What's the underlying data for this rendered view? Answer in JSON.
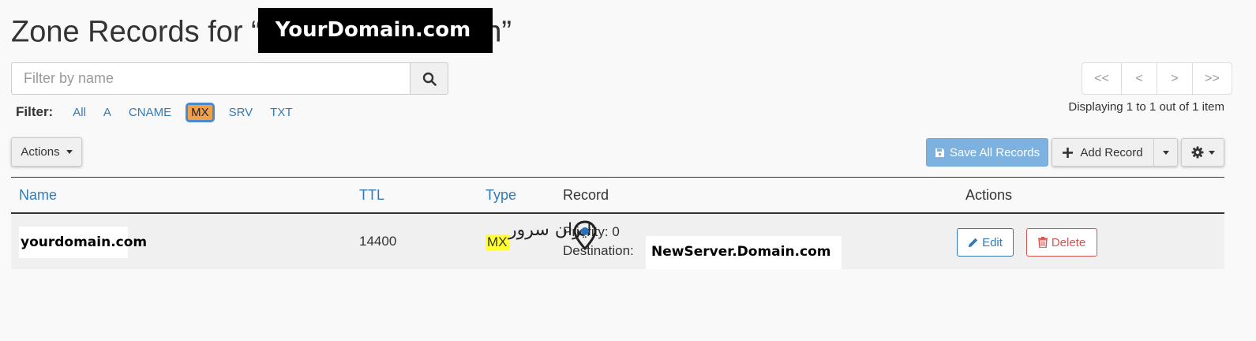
{
  "page": {
    "title_prefix": "Zone Records for “",
    "title_domain": "YourDomain.com",
    "title_suffix_fragment": "n”"
  },
  "search": {
    "placeholder": "Filter by name"
  },
  "filter": {
    "label": "Filter:",
    "options": [
      "All",
      "A",
      "CNAME",
      "MX",
      "SRV",
      "TXT"
    ],
    "active": "MX"
  },
  "pagination": {
    "first": "<<",
    "prev": "<",
    "next": ">",
    "last": ">>",
    "summary": "Displaying 1 to 1 out of 1 item"
  },
  "toolbar": {
    "actions_label": "Actions",
    "save_all_label": "Save All Records",
    "add_record_label": "Add Record"
  },
  "table": {
    "headers": {
      "name": "Name",
      "ttl": "TTL",
      "type": "Type",
      "record": "Record",
      "actions": "Actions"
    },
    "rows": [
      {
        "name": "yourdomain.com",
        "ttl": "14400",
        "type": "MX",
        "priority_label": "Priority:",
        "priority_value": "0",
        "destination_label": "Destination:",
        "destination_value": "NewServer.Domain.com",
        "edit_label": "Edit",
        "delete_label": "Delete"
      }
    ]
  },
  "watermark": "ایران سرور",
  "colors": {
    "link": "#337ab7",
    "primary_disabled": "#7db1e0",
    "danger": "#d9534f",
    "active_filter_bg": "#f0a04a",
    "type_highlight": "#ffff33"
  }
}
